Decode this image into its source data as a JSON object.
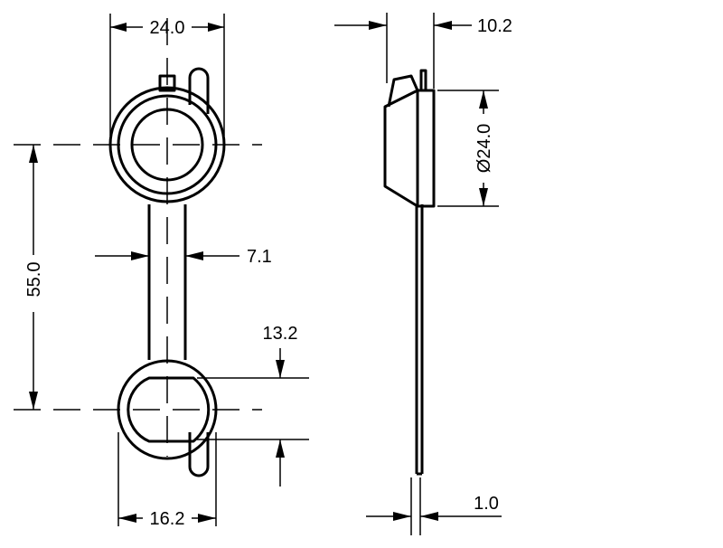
{
  "dimensions": {
    "top_width": "24.0",
    "center_distance": "55.0",
    "stem_width": "7.1",
    "bottom_height": "13.2",
    "bottom_width": "16.2",
    "side_thickness": "10.2",
    "side_diameter": "Ø24.0",
    "pin_width": "1.0"
  }
}
